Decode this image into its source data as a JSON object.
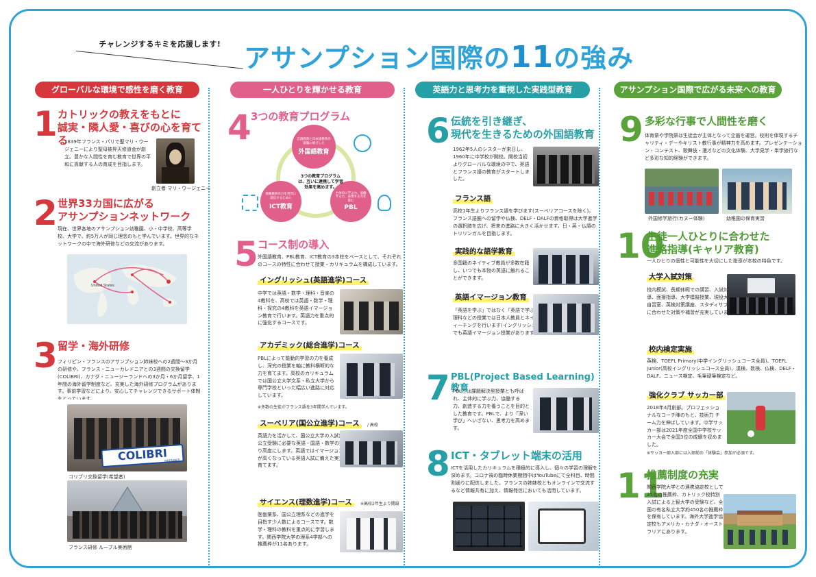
{
  "kicker": "チャレンジするキミを応援します!",
  "title_pre": "アサンプション国際の",
  "title_num": "11",
  "title_post": "の強み",
  "colors": {
    "frame": "#2fa3d8",
    "red": "#d6373c",
    "pink": "#e15f8b",
    "teal": "#26a0a6",
    "green": "#5aa23a"
  },
  "categories": [
    "グローバルな環境で感性を磨く教育",
    "一人ひとりを輝かせる教育",
    "英語力と思考力を重視した実践型教育",
    "アサンプション国際で広がる未来への教育"
  ],
  "items": [
    {
      "num": "1",
      "head": [
        "カトリックの教えをもとに",
        "誠実・隣人愛・喜びの心を育てる"
      ],
      "body": "1839年フランス・パリで聖マリ・ウージェニーにより聖母被昇天修道会が創立。豊かな人間性を育む教育で世界の平和に貢献する人の育成を目指します。",
      "caption": "創立者 マリ・ウージェニー"
    },
    {
      "num": "2",
      "head": [
        "世界33カ国に広がる",
        "アサンプションネットワーク"
      ],
      "body": "現在、世界各地のアサンプション幼稚園、小・中学校、高等学校、大学で、約5万人が同じ理念のもと学んでいます。世界的なネットワークの中で海外研修などの交流があります。",
      "map_label": "United States"
    },
    {
      "num": "3",
      "head": [
        "留学・海外研修"
      ],
      "body": "フィリピン・フランスのアサンプション姉妹校への2週間〜3か月の研修や、フランス・ニューカレドニアとの3週間の交換留学(COLIBRI)、カナダ・ニュージーランドへの3か月・6か月留学、1年間の海外留学制度など、充実した海外研修プログラムがあります。事前学習などにより、安心してチャレンジできるサポート体制をとっています。",
      "captions": [
        "コリブリ交換留学(希望者)",
        "フランス研修 ルーブル美術館"
      ],
      "banner": "COLIBRI",
      "banner_sub": "AIRFRANCE"
    },
    {
      "num": "4",
      "head": [
        "3つの教育プログラム"
      ],
      "diagram": {
        "top": "外国語教育",
        "top_note": "言語教育と日本語教育の基盤に根ざした",
        "left": "ICT教育",
        "left_note": "情報教育の力を世界に発信するために",
        "right": "PBL",
        "right_note": "主体的に学ぶ力、協働する力、表現する力を育む",
        "center": "3つの教育プログラムは、互いに連携して学習効果を高めます。"
      }
    },
    {
      "num": "5",
      "head": [
        "コース制の導入"
      ],
      "body": "外国語教育、PBL教育、ICT教育の3本柱をベースとして、それぞれのコースの特性に合わせて授業・カリキュラムを構成しています。",
      "courses": [
        {
          "title": "イングリッシュ(英語進学)コース",
          "badge": "",
          "body": "中学では英語・数学・理科・音楽の4教科を、高校では英語・数学・理科・探究の4教科を英語イマージョン教育で行います。英語力を重点的に強化するコースです。"
        },
        {
          "title": "アカデミック(総合進学)コース",
          "badge": "",
          "body": "PBLによって能動的学習の力を養成し、深究の授業を軸に教科横断的な力を育てます。高校のカリキュラムでは国公立大学文系・私立大学から専門学校といった幅広い進路に対応しています。",
          "note": "※多数の生徒がフランス語を3年間学んでいます。"
        },
        {
          "title": "スーペリア(国公立進学)コース",
          "badge": "/ 高校",
          "body": "英語力を活かして、国公立大学の入試突破を目指すコースです。国公立受験に必要な英語・国語・数学の授業時数を増やし、内容もより高度にします。英語ではイマージョン教育を導入して、近年配点が高くなっている英語入試に備えた実力と進学後に役立つ英語力を育てます。"
        },
        {
          "title": "サイエンス(理数進学)コース",
          "badge": "※高校2年生より開設",
          "body": "医歯薬系、国公立理系などの進学を目指す少人数によるコースです。数学・理科の教科を重点的に学習します。関西学院大学の理系4学部への推薦枠が11名あります。"
        }
      ]
    },
    {
      "num": "6",
      "head": [
        "伝統を引き継ぎ、",
        "現代を生きるための外国語教育"
      ],
      "body": "1962年5人のシスターが来日し、1960年に中学校が開校。開校当初よりグローバルな環境の中で、英語とフランス語の教育がスタートしました。",
      "subs": [
        {
          "title": "フランス語",
          "body": "高校1年生よりフランス語を学びます(スーペリアコースを除く)。フランス語圏への留学や仏検、DELF・DALFの資格取得は大学進学の選択肢を広げ、将来の進路に大きく活かせます。日・英・仏語のトリリンガルを目指します。"
        },
        {
          "title": "実践的な語学教育",
          "body": "多国籍のネイティブ教員が多数在籍し、いつでも本物の英語に触れることができます。"
        },
        {
          "title": "英語イマージョン教育",
          "body": "「英語を学ぶ」ではなく「英語で学ぶ」教育を実践します。数学や理科などの授業では日本人教員とネイティブ教員によるチーム・ティーチングを行います(イングリッシュコース)。スーペリアコースでも英語イマージョン授業があります。"
        }
      ]
    },
    {
      "num": "7",
      "head": [
        "PBL(Project Based Learning)教育"
      ],
      "body": "PBLとは課題解決型授業とも呼ばれ、主体的に学ぶ力、協働する力、創造する力を養うことを目的とした教育です。PBLで、より「深い学び」へいざない、思考力を高めます。"
    },
    {
      "num": "8",
      "head": [
        "ICT・タブレット端末の活用"
      ],
      "body": "ICTを活用したカリキュラムを積極的に導入し、個々の学習の理解を深めます。コロナ禍の臨時休業期間中はYouTubeにて全科目、時間割通りに配信しました。フランスの姉妹校ともオンラインで交流するなど情報共有に加え、情報発信においても活用しています。"
    },
    {
      "num": "9",
      "head": [
        "多彩な行事で人間性を磨く"
      ],
      "body": "体育祭や学院祭は生徒会が主体となって企画を運営。校則を体現するチャリティ・デーやキリスト教行事が精神力を高めます。プレゼンテーション・コンテスト、歌舞伎・漫才などの文化体験、大学見学・単学旅行など多彩な知的経験ができます。",
      "captions": [
        "外国修学旅行(カヌー体験)",
        "幼稚園の保育実習"
      ]
    },
    {
      "num": "10",
      "head": [
        "生徒一人ひとりに合わせた",
        "進路指導(キャリア教育)"
      ],
      "body": "一人ひとりの個性と可能性を大切にした指導が本校の特色です。",
      "subs": [
        {
          "title": "大学入試対策",
          "body": "校内模試、長期休暇での講習、入試対策の授業・演習問題、小論文指導、面接指導、大学模擬授業、現役大学生メンターが在籍する放課後自習室、英検対策講座、スタディサプリの導入など、それぞれの目的に合わせた対策や補習が充実しています。"
        },
        {
          "title": "校内検定実施",
          "body": "英検、TOEFL Primary(中学イングリッシュコース全員)、TOEFL Junior(高校イングリッシュコース全員)、漢検、数検、仏検、DELF・DALF、ニュース検定、毛筆硬筆検定など。"
        },
        {
          "title": "強化クラブ サッカー部",
          "body": "2018年4月創部。プロフェッショナルなコーチ陣のもと、技術力 チーム力を伸ばしています。中学サッカー部は2021年度全国中学校サッカー大会で全国3位の成績を収めました。",
          "note": "※サッカー部入部には入部前の「体験会」参加が必須です。"
        }
      ]
    },
    {
      "num": "11",
      "head": [
        "推薦制度の充実"
      ],
      "body": "関西学院大学との連携協定校として25名の推薦枠、カトリック校特別入試による上智大学の受験など、全国の有名私立大学約450名の推薦枠を保有しています。海外大学進学協定校もアメリカ・カナダ・オーストラリアにあります。"
    }
  ]
}
